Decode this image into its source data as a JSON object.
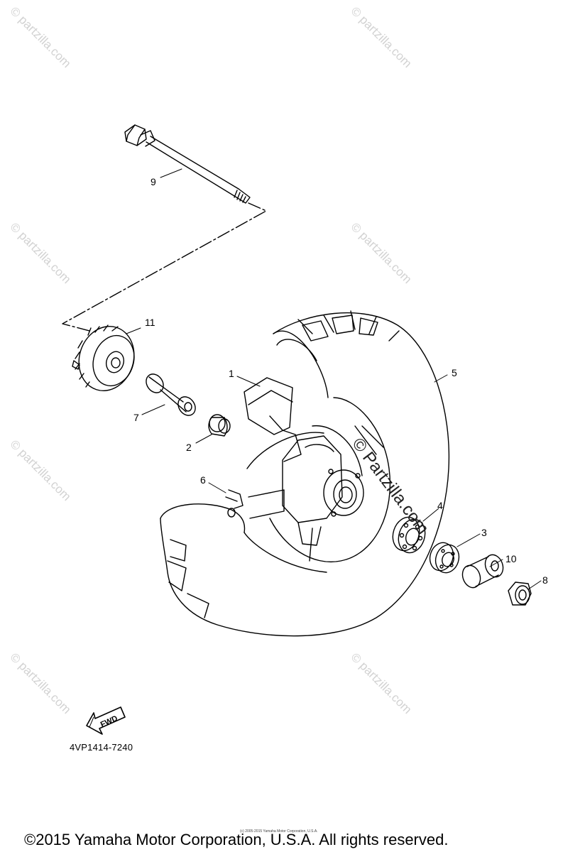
{
  "watermark": {
    "text": "© partzilla.com",
    "main_text": "© Partzilla.com"
  },
  "callouts": [
    {
      "id": "1",
      "label": "1"
    },
    {
      "id": "2",
      "label": "2"
    },
    {
      "id": "3",
      "label": "3"
    },
    {
      "id": "4",
      "label": "4"
    },
    {
      "id": "5",
      "label": "5"
    },
    {
      "id": "6",
      "label": "6"
    },
    {
      "id": "7",
      "label": "7"
    },
    {
      "id": "8",
      "label": "8"
    },
    {
      "id": "9",
      "label": "9"
    },
    {
      "id": "10",
      "label": "10"
    },
    {
      "id": "11",
      "label": "11"
    }
  ],
  "direction": {
    "label": "FWD"
  },
  "diagram_ref": "4VP1414-7240",
  "small_copyright": "(c) 2005-2015 Yamaha Motor Corporation, U.S.A.",
  "copyright": "©2015 Yamaha Motor Corporation, U.S.A. All rights reserved."
}
